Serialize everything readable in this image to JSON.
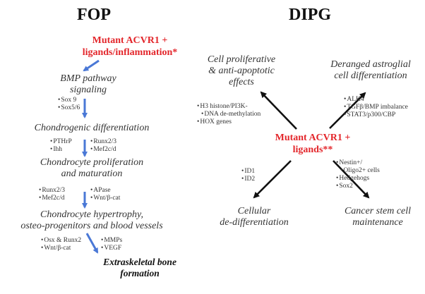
{
  "fop": {
    "title": "FOP",
    "mutant": [
      "Mutant ACVR1 +",
      "ligands/inflammation*"
    ],
    "stage1": [
      "BMP pathway",
      "signaling"
    ],
    "b1": [
      "Sox 9",
      "Sox5/6"
    ],
    "stage2": "Chondrogenic differentiation",
    "b2_left": [
      "PTHrP",
      "Ihh"
    ],
    "b2_right": [
      "Runx2/3",
      "Mef2c/d"
    ],
    "stage3": [
      "Chondrocyte proliferation",
      "and maturation"
    ],
    "b3_left": [
      "Runx2/3",
      "Mef2c/d"
    ],
    "b3_right": [
      "APase",
      "Wnt/β-cat"
    ],
    "stage4": [
      "Chondrocyte hypertrophy,",
      "osteo-progenitors and blood vessels"
    ],
    "b4_left": [
      "Osx & Runx2",
      "Wnt/β-cat"
    ],
    "b4_right": [
      "MMPs",
      "VEGF"
    ],
    "final": [
      "Extraskeletal bone",
      "formation"
    ]
  },
  "dipg": {
    "title": "DIPG",
    "center": [
      "Mutant ACVR1 +",
      "ligands**"
    ],
    "top_left": [
      "Cell proliferative",
      "& anti-apoptotic",
      "effects"
    ],
    "top_left_bullets": [
      "H3 histone/PI3K-",
      "DNA de-methylation",
      "HOX genes"
    ],
    "top_right": [
      "Deranged astroglial",
      "cell differentiation"
    ],
    "top_right_bullets": [
      "ALK4",
      "TGFβ/BMP imbalance",
      "STAT3/p300/CBP"
    ],
    "bottom_left": [
      "Cellular",
      "de-differentiation"
    ],
    "bottom_left_bullets": [
      "ID1",
      "ID2"
    ],
    "bottom_right": [
      "Cancer stem cell",
      "maintenance"
    ],
    "bottom_right_bullets": [
      "Nestin+/",
      "Oligo2+ cells",
      "Hedgehogs",
      "Sox2"
    ]
  },
  "colors": {
    "red": "#e3262b",
    "arrow_blue": "#4a78d6",
    "arrow_black": "#111111"
  }
}
